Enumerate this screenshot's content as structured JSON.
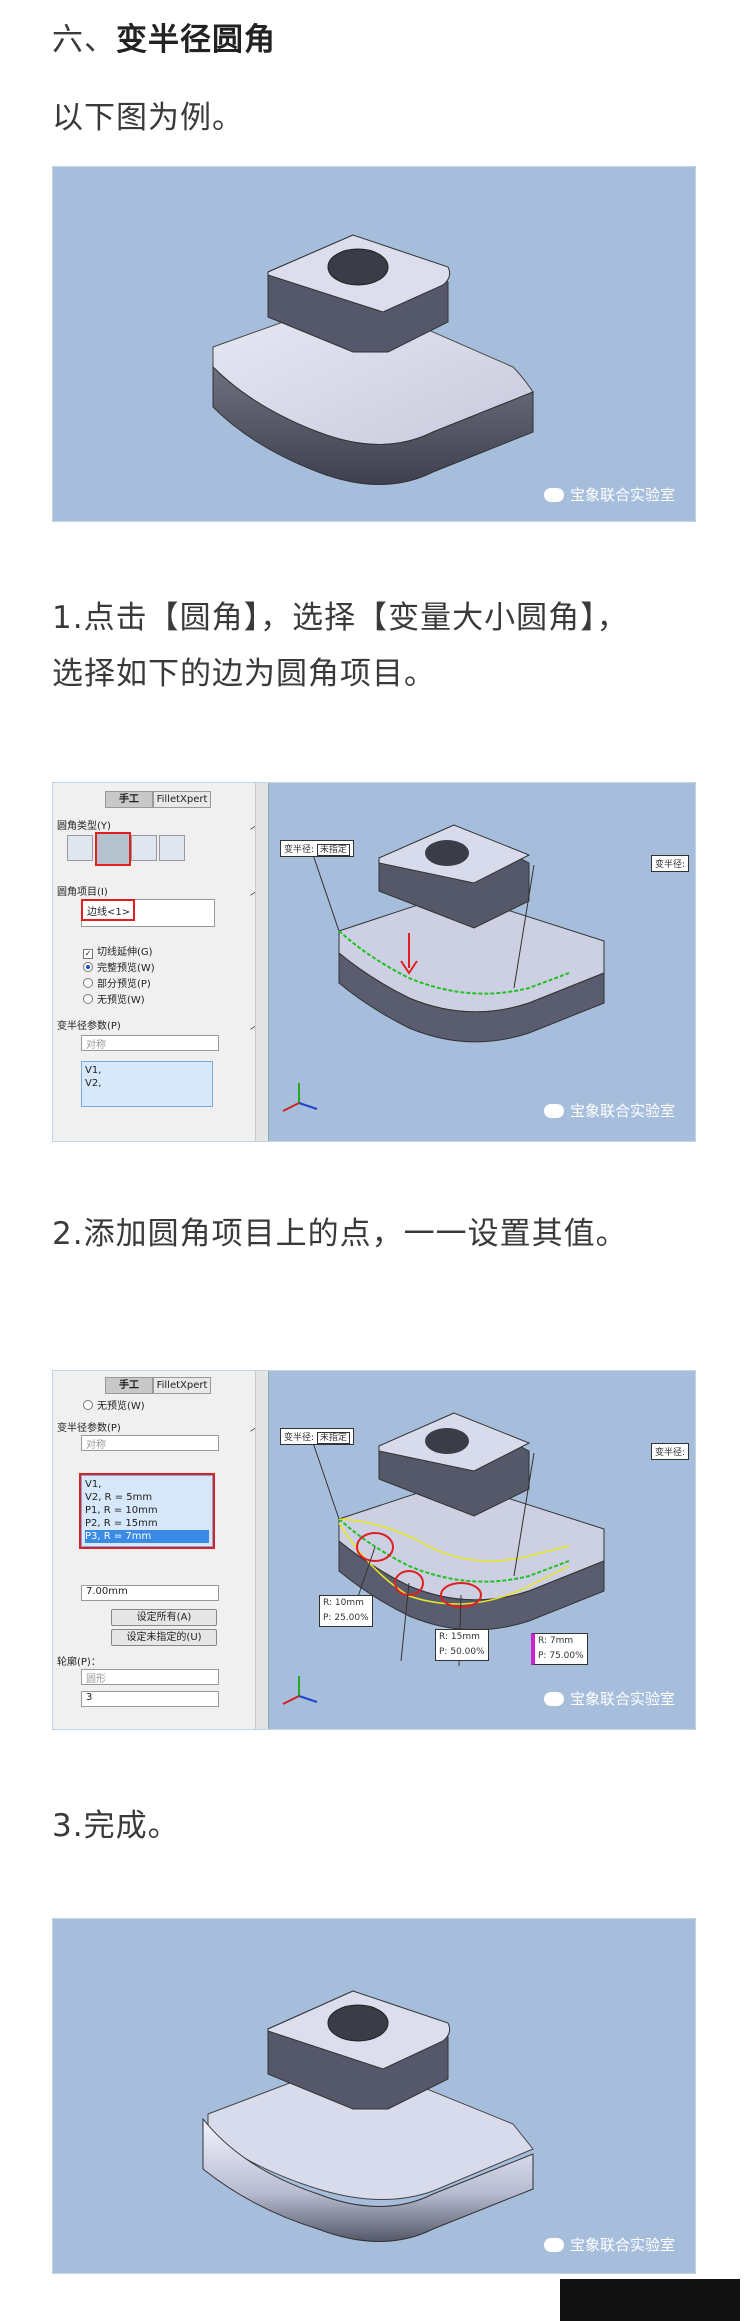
{
  "heading": {
    "prefix": "六、",
    "title": "变半径圆角"
  },
  "intro": "以下图为例。",
  "watermark": "宝象联合实验室",
  "step1": {
    "line1": "1.点击【圆角】，选择【变量大小圆角】，",
    "line2": "选择如下的边为圆角项目。"
  },
  "step2": "2.添加圆角项目上的点，一一设置其值。",
  "step3": "3.完成。",
  "panel1": {
    "tab_manual": "手工",
    "tab_fx": "FilletXpert",
    "sec_type": "圆角类型(Y)",
    "sec_items": "圆角项目(I)",
    "edge_value": "边线<1>",
    "tangent": "切线延伸(G)",
    "preview_full": "完整预览(W)",
    "preview_part": "部分预览(P)",
    "preview_none": "无预览(W)",
    "sec_var": "变半径参数(P)",
    "symmetry": "对称",
    "vlist": [
      "V1,",
      "V2,"
    ]
  },
  "panel2": {
    "tab_manual": "手工",
    "tab_fx": "FilletXpert",
    "preview_none": "无预览(W)",
    "sec_var": "变半径参数(P)",
    "symmetry": "对称",
    "vlist": [
      "V1,",
      "V2, R = 5mm",
      "P1, R = 10mm",
      "P2, R = 15mm",
      "P3, R = 7mm"
    ],
    "radius": "7.00mm",
    "set_all": "设定所有(A)",
    "set_unassigned": "设定未指定的(U)",
    "profile": "轮廓(P)：",
    "profile_value": "圆形",
    "count": "3"
  },
  "callouts": {
    "var_label": "变半径:",
    "unspecified": "未指定",
    "r1": "10mm",
    "p1": "25.00%",
    "r2": "15mm",
    "p2": "50.00%",
    "r3": "7mm",
    "p3": "75.00%",
    "r_label": "R:",
    "p_label": "P:"
  },
  "colors": {
    "viewport": "#a6bedb",
    "accent_red": "#e02020",
    "edge_green": "#22c022",
    "yellow": "#e8e820"
  }
}
